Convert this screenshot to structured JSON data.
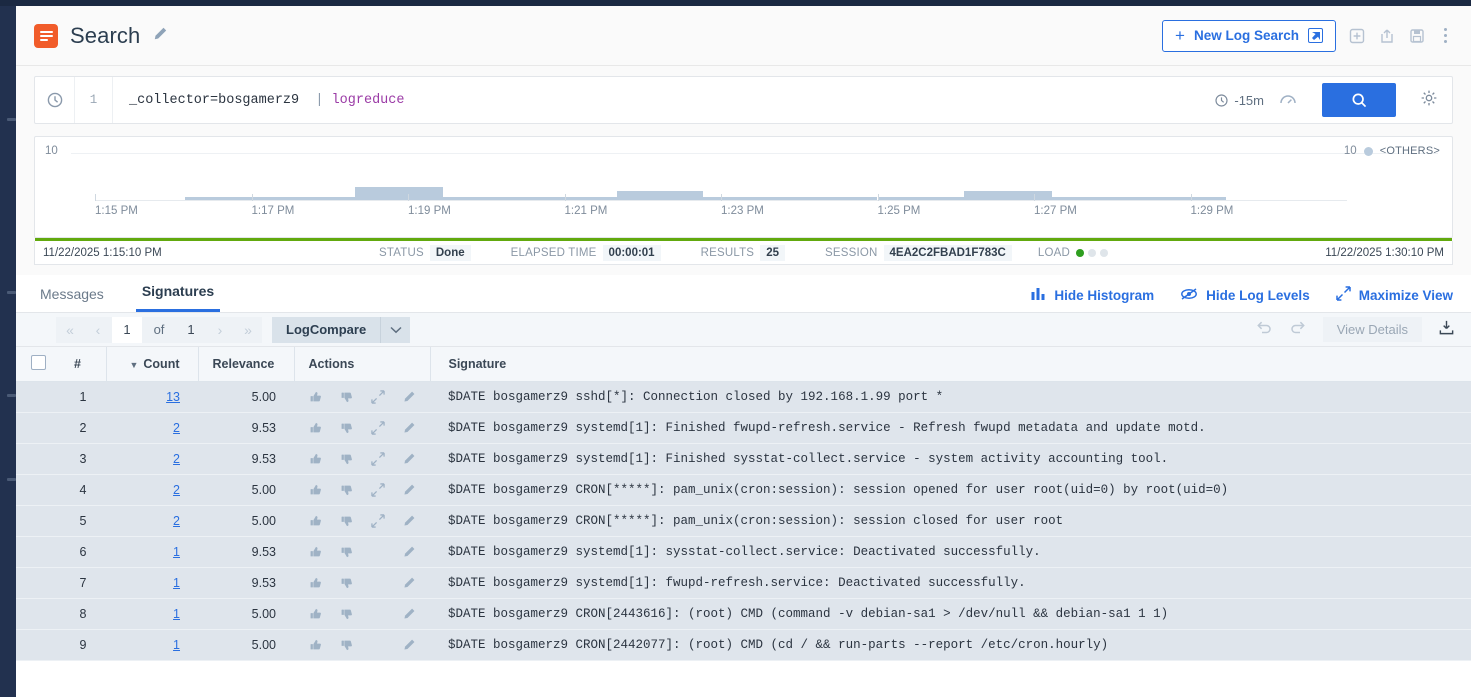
{
  "header": {
    "title": "Search",
    "edit_icon": "pencil-icon",
    "new_log_search": "New Log Search"
  },
  "query": {
    "line_number": "1",
    "text_main": "_collector=bosgamerz9",
    "pipe": "|",
    "operator": "logreduce",
    "time_range": "-15m"
  },
  "chart_data": {
    "type": "bar",
    "title": "",
    "ylabel": "",
    "xlabel": "",
    "y_max_label": "10",
    "legend": {
      "value": "10",
      "label": "<OTHERS>"
    },
    "categories": [
      "1:15 PM",
      "1:17 PM",
      "1:19 PM",
      "1:21 PM",
      "1:23 PM",
      "1:25 PM",
      "1:27 PM",
      "1:29 PM"
    ],
    "ylim": [
      0,
      10
    ],
    "grid": true,
    "legend_position": "top-right",
    "bars": [
      {
        "start_pct": 0,
        "width_pct": 7.2,
        "value": 0
      },
      {
        "start_pct": 7.2,
        "width_pct": 6.8,
        "value": 1
      },
      {
        "start_pct": 14.0,
        "width_pct": 6.8,
        "value": 1
      },
      {
        "start_pct": 20.8,
        "width_pct": 7.0,
        "value": 4
      },
      {
        "start_pct": 27.8,
        "width_pct": 6.9,
        "value": 1
      },
      {
        "start_pct": 34.7,
        "width_pct": 7.0,
        "value": 1
      },
      {
        "start_pct": 41.7,
        "width_pct": 6.9,
        "value": 3
      },
      {
        "start_pct": 48.6,
        "width_pct": 6.9,
        "value": 1
      },
      {
        "start_pct": 55.5,
        "width_pct": 7.0,
        "value": 1
      },
      {
        "start_pct": 62.5,
        "width_pct": 6.9,
        "value": 1
      },
      {
        "start_pct": 69.4,
        "width_pct": 7.0,
        "value": 3
      },
      {
        "start_pct": 76.4,
        "width_pct": 6.9,
        "value": 1
      },
      {
        "start_pct": 83.3,
        "width_pct": 7.0,
        "value": 1
      },
      {
        "start_pct": 90.3,
        "width_pct": 5.0,
        "value": 0
      }
    ]
  },
  "status": {
    "start_time": "11/22/2025 1:15:10 PM",
    "status_key": "STATUS",
    "status_value": "Done",
    "elapsed_key": "ELAPSED TIME",
    "elapsed_value": "00:00:01",
    "results_key": "RESULTS",
    "results_value": "25",
    "session_key": "SESSION",
    "session_value": "4EA2C2FBAD1F783C",
    "load_key": "LOAD",
    "load_color": "#2f9e1f",
    "end_time": "11/22/2025 1:30:10 PM"
  },
  "tabs": [
    {
      "label": "Messages",
      "active": false
    },
    {
      "label": "Signatures",
      "active": true
    }
  ],
  "tabs_right": [
    {
      "label": "Hide Histogram",
      "icon": "bar-chart-icon"
    },
    {
      "label": "Hide Log Levels",
      "icon": "eye-slash-icon"
    },
    {
      "label": "Maximize View",
      "icon": "expand-arrows-icon"
    }
  ],
  "toolbar": {
    "page_current": "1",
    "page_of": "of",
    "page_total": "1",
    "logcompare": "LogCompare",
    "view_details": "View Details"
  },
  "table": {
    "columns": [
      "#",
      "Count",
      "Relevance",
      "Actions",
      "Signature"
    ],
    "sorted_column": "Count",
    "rows": [
      {
        "n": "1",
        "count": "13",
        "relevance": "5.00",
        "expandable": true,
        "signature": "$DATE bosgamerz9 sshd[*]: Connection closed by 192.168.1.99 port *"
      },
      {
        "n": "2",
        "count": "2",
        "relevance": "9.53",
        "expandable": true,
        "signature": "$DATE bosgamerz9 systemd[1]: Finished fwupd-refresh.service - Refresh fwupd metadata and update motd."
      },
      {
        "n": "3",
        "count": "2",
        "relevance": "9.53",
        "expandable": true,
        "signature": "$DATE bosgamerz9 systemd[1]: Finished sysstat-collect.service - system activity accounting tool."
      },
      {
        "n": "4",
        "count": "2",
        "relevance": "5.00",
        "expandable": true,
        "signature": "$DATE bosgamerz9 CRON[*****]: pam_unix(cron:session): session opened for user root(uid=0) by root(uid=0)"
      },
      {
        "n": "5",
        "count": "2",
        "relevance": "5.00",
        "expandable": true,
        "signature": "$DATE bosgamerz9 CRON[*****]: pam_unix(cron:session): session closed for user root"
      },
      {
        "n": "6",
        "count": "1",
        "relevance": "9.53",
        "expandable": false,
        "signature": "$DATE bosgamerz9 systemd[1]: sysstat-collect.service: Deactivated successfully."
      },
      {
        "n": "7",
        "count": "1",
        "relevance": "9.53",
        "expandable": false,
        "signature": "$DATE bosgamerz9 systemd[1]: fwupd-refresh.service: Deactivated successfully."
      },
      {
        "n": "8",
        "count": "1",
        "relevance": "5.00",
        "expandable": false,
        "signature": "$DATE bosgamerz9 CRON[2443616]: (root) CMD (command -v debian-sa1 > /dev/null && debian-sa1 1 1)"
      },
      {
        "n": "9",
        "count": "1",
        "relevance": "5.00",
        "expandable": false,
        "signature": "$DATE bosgamerz9 CRON[2442077]: (root) CMD (cd / && run-parts --report /etc/cron.hourly)"
      }
    ]
  },
  "colors": {
    "brand_orange": "#f15c2a",
    "accent_blue": "#2a6fe0",
    "bar_fill": "#b9cbdd",
    "progress_green": "#62a90e",
    "row_bg": "#dfe5ec"
  }
}
